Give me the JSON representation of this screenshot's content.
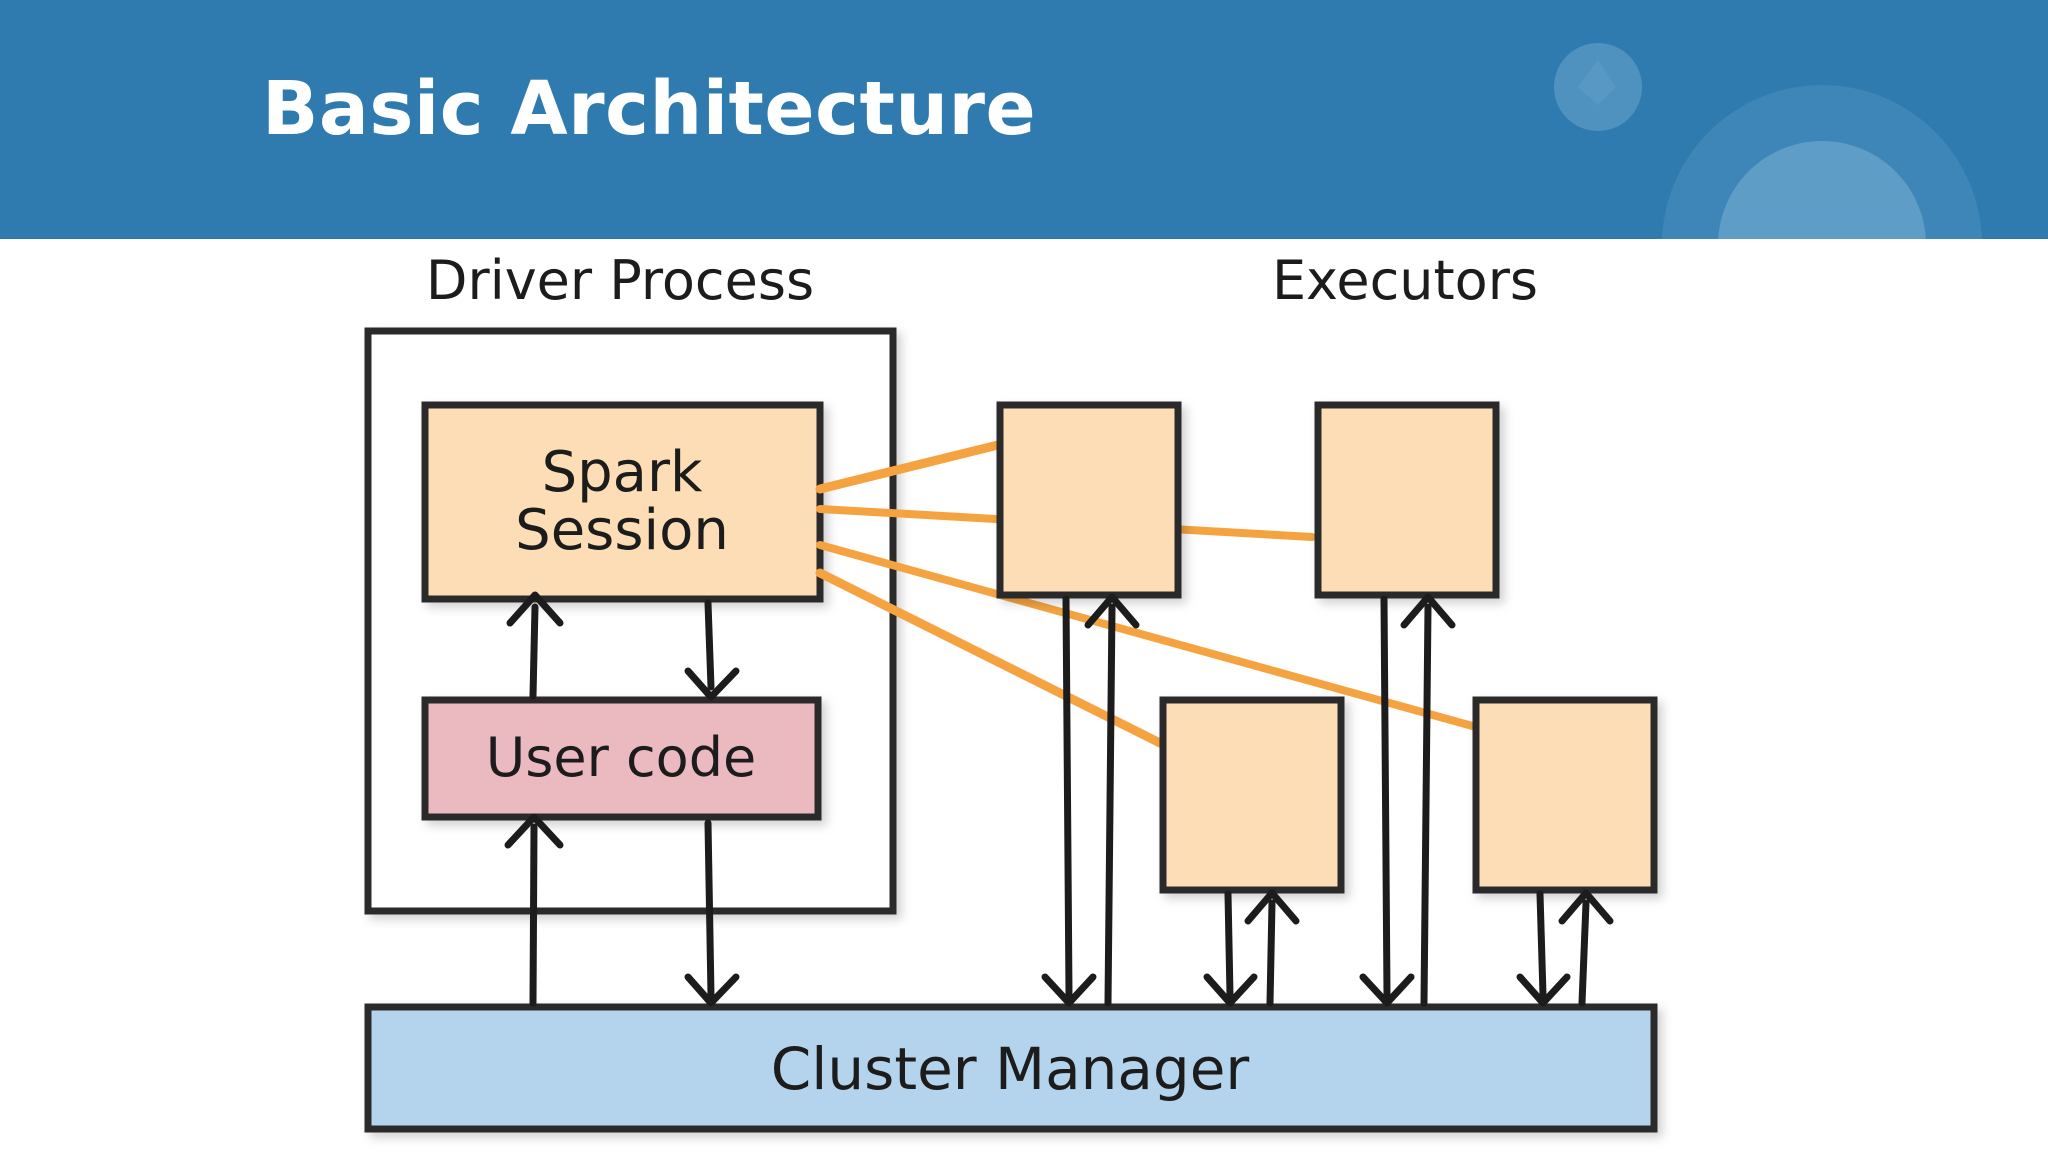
{
  "slide": {
    "title": "Basic Architecture"
  },
  "diagram": {
    "driver_label": "Driver Process",
    "executors_label": "Executors",
    "spark_session_line1": "Spark",
    "spark_session_line2": "Session",
    "user_code": "User code",
    "cluster_manager": "Cluster Manager"
  },
  "colors": {
    "header": "#2f7bb0",
    "box_peach": "#fdddb5",
    "box_pink": "#ebb9c0",
    "cluster_blue": "#b3d4ec",
    "link_orange": "#f4a340",
    "outline": "#2a2a2a"
  }
}
